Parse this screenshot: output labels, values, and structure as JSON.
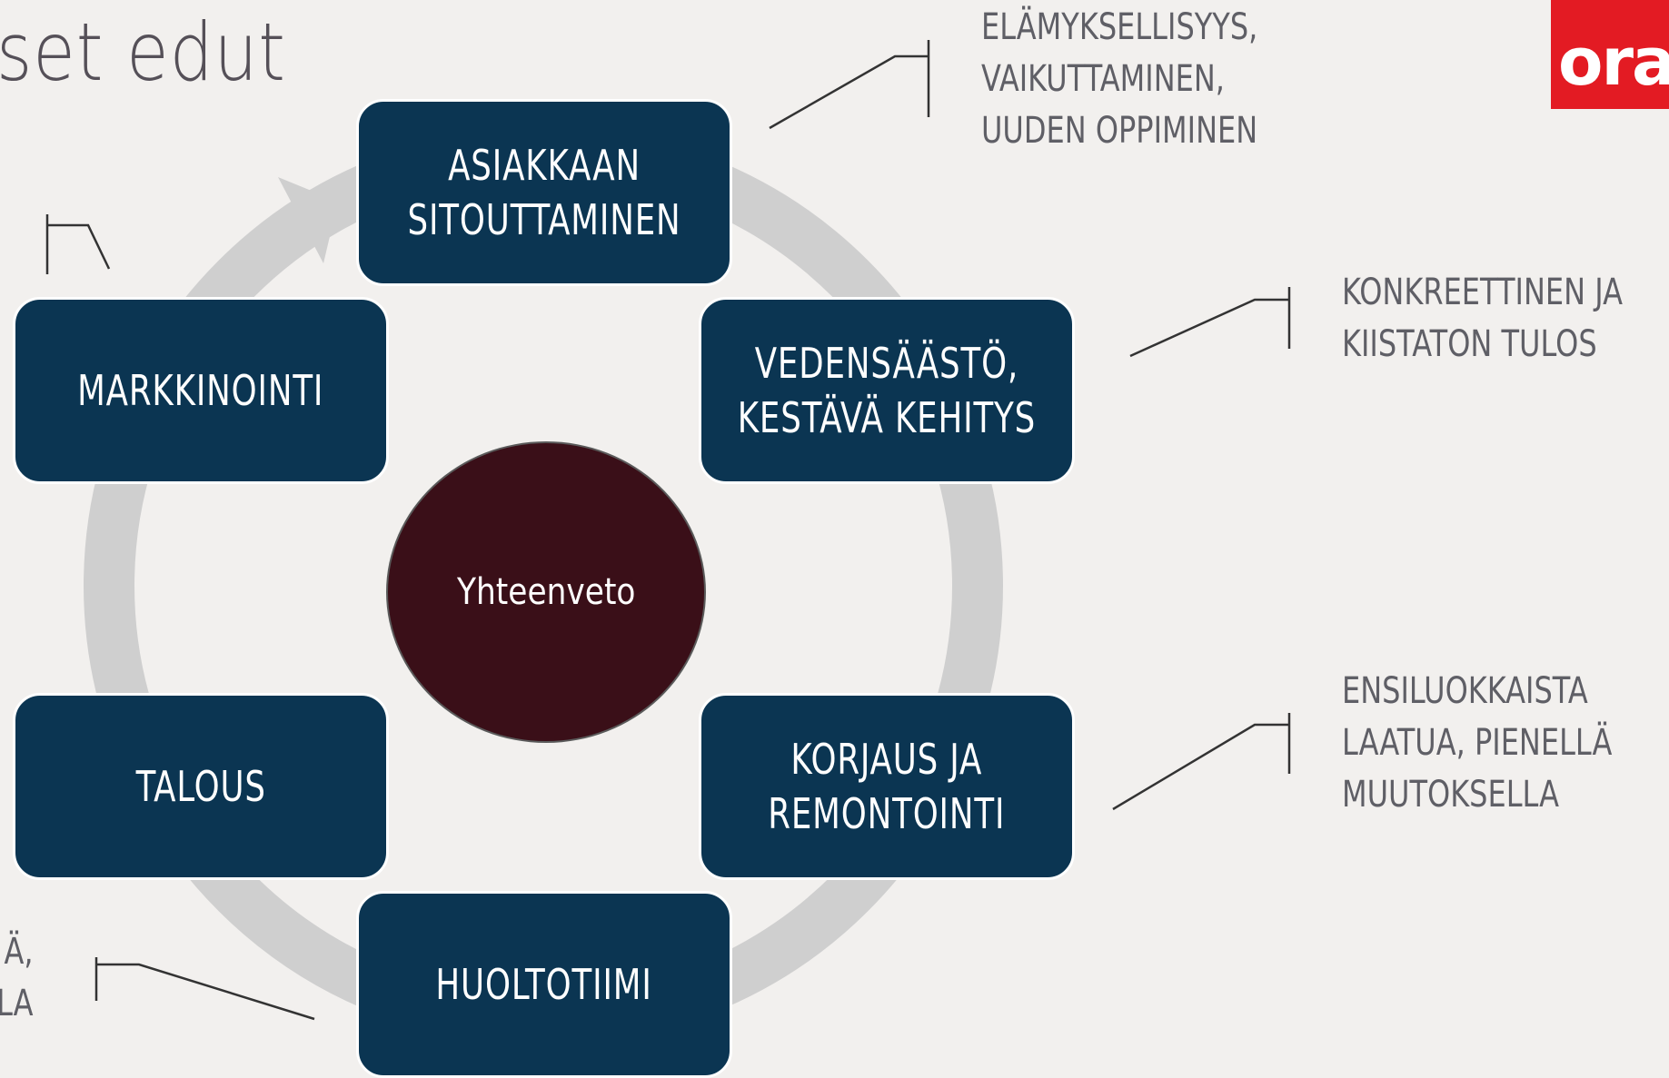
{
  "title": "set edut",
  "logo_text": "ora",
  "center": "Yhteenveto",
  "boxes": {
    "top": "ASIAKKAAN\nSITOUTTAMINEN",
    "right_upper": "VEDENSÄÄSTÖ,\nKESTÄVÄ KEHITYS",
    "right_lower": "KORJAUS JA\nREMONTOINTI",
    "bottom": "HUOLTOTIIMI",
    "left_lower": "TALOUS",
    "left_upper": "MARKKINOINTI"
  },
  "notes": {
    "top": "ELÄMYKSELLISYYS,\nVAIKUTTAMINEN,\nUUDEN OPPIMINEN",
    "right_upper": "KONKREETTINEN JA\nKIISTATON TULOS",
    "right_lower": "ENSILUOKKAISTA\nLAATUA, PIENELLÄ\nMUUTOKSELLA",
    "bottom_left": "Ä,\nLA"
  },
  "colors": {
    "box_fill": "#0b3552",
    "center_fill": "#3a0f18",
    "ring": "#cfcfcf",
    "logo": "#e31b23"
  }
}
